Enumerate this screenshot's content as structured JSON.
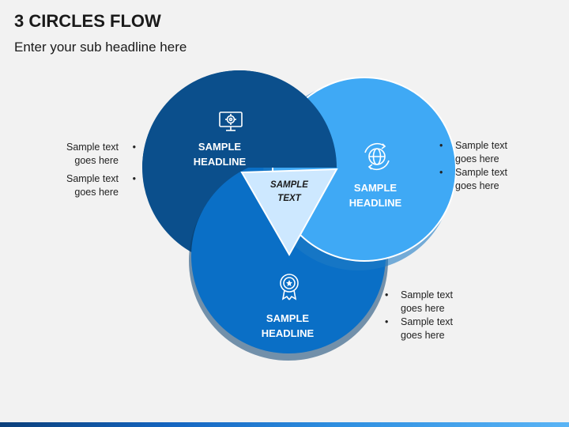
{
  "header": {
    "title": "3 CIRCLES FLOW",
    "subtitle": "Enter your sub headline here"
  },
  "circles": {
    "top_left": {
      "headline_1": "SAMPLE",
      "headline_2": "HEADLINE",
      "icon": "computer-settings-icon",
      "color": "#0b4f8c"
    },
    "right": {
      "headline_1": "SAMPLE",
      "headline_2": "HEADLINE",
      "icon": "globe-refresh-icon",
      "color": "#3fa9f5"
    },
    "bottom": {
      "headline_1": "SAMPLE",
      "headline_2": "HEADLINE",
      "icon": "award-badge-icon",
      "color": "#0a6fc6"
    }
  },
  "center": {
    "line_1": "SAMPLE",
    "line_2": "TEXT",
    "color": "#cde8ff"
  },
  "bullet_groups": {
    "top_left": [
      {
        "line_1": "Sample text",
        "line_2": "goes here"
      },
      {
        "line_1": "Sample text",
        "line_2": "goes here"
      }
    ],
    "right": [
      {
        "line_1": "Sample text",
        "line_2": "goes here"
      },
      {
        "line_1": "Sample text",
        "line_2": "goes here"
      }
    ],
    "bottom": [
      {
        "line_1": "Sample text",
        "line_2": "goes here"
      },
      {
        "line_1": "Sample text",
        "line_2": "goes here"
      }
    ]
  },
  "bullet_symbol": "•"
}
